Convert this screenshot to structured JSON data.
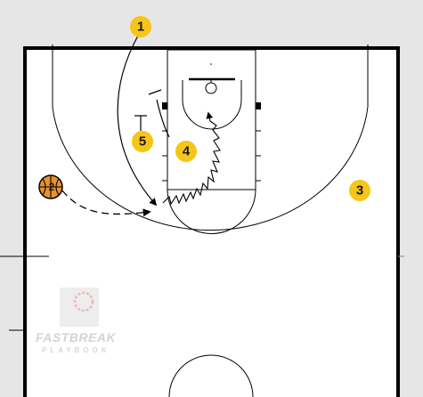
{
  "players": [
    {
      "id": "p1",
      "number": "1"
    },
    {
      "id": "p2",
      "number": "2"
    },
    {
      "id": "p3",
      "number": "3"
    },
    {
      "id": "p4",
      "number": "4"
    },
    {
      "id": "p5",
      "number": "5"
    }
  ],
  "watermark": {
    "brand": "FASTBREAK",
    "sub": "PLAYBOOK"
  },
  "colors": {
    "court_bg": "#ffffff",
    "out_of_bounds": "#e6e6e6",
    "court_line": "#000000",
    "player_fill": "#f5c518",
    "ball_fill": "#e8922e"
  }
}
